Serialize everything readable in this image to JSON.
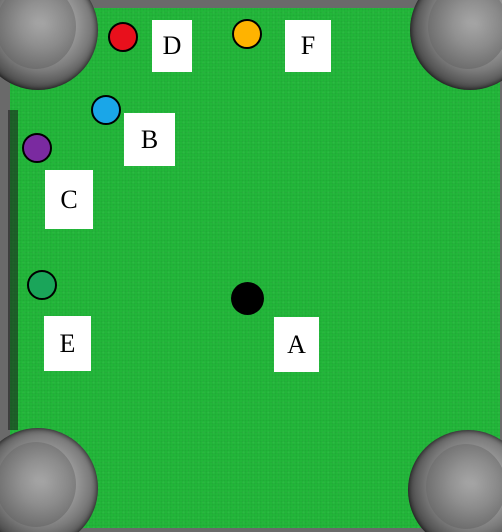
{
  "board": {
    "felt_color": "#22b83a",
    "pocket_color": "#6e6e6e"
  },
  "balls": [
    {
      "id": "A",
      "color": "#000000"
    },
    {
      "id": "B",
      "color": "#1aa6e8"
    },
    {
      "id": "C",
      "color": "#7a2aa0"
    },
    {
      "id": "D",
      "color": "#e8101c"
    },
    {
      "id": "E",
      "color": "#1aa55a"
    },
    {
      "id": "F",
      "color": "#ffb300"
    }
  ],
  "labels": {
    "A": "A",
    "B": "B",
    "C": "C",
    "D": "D",
    "E": "E",
    "F": "F"
  }
}
